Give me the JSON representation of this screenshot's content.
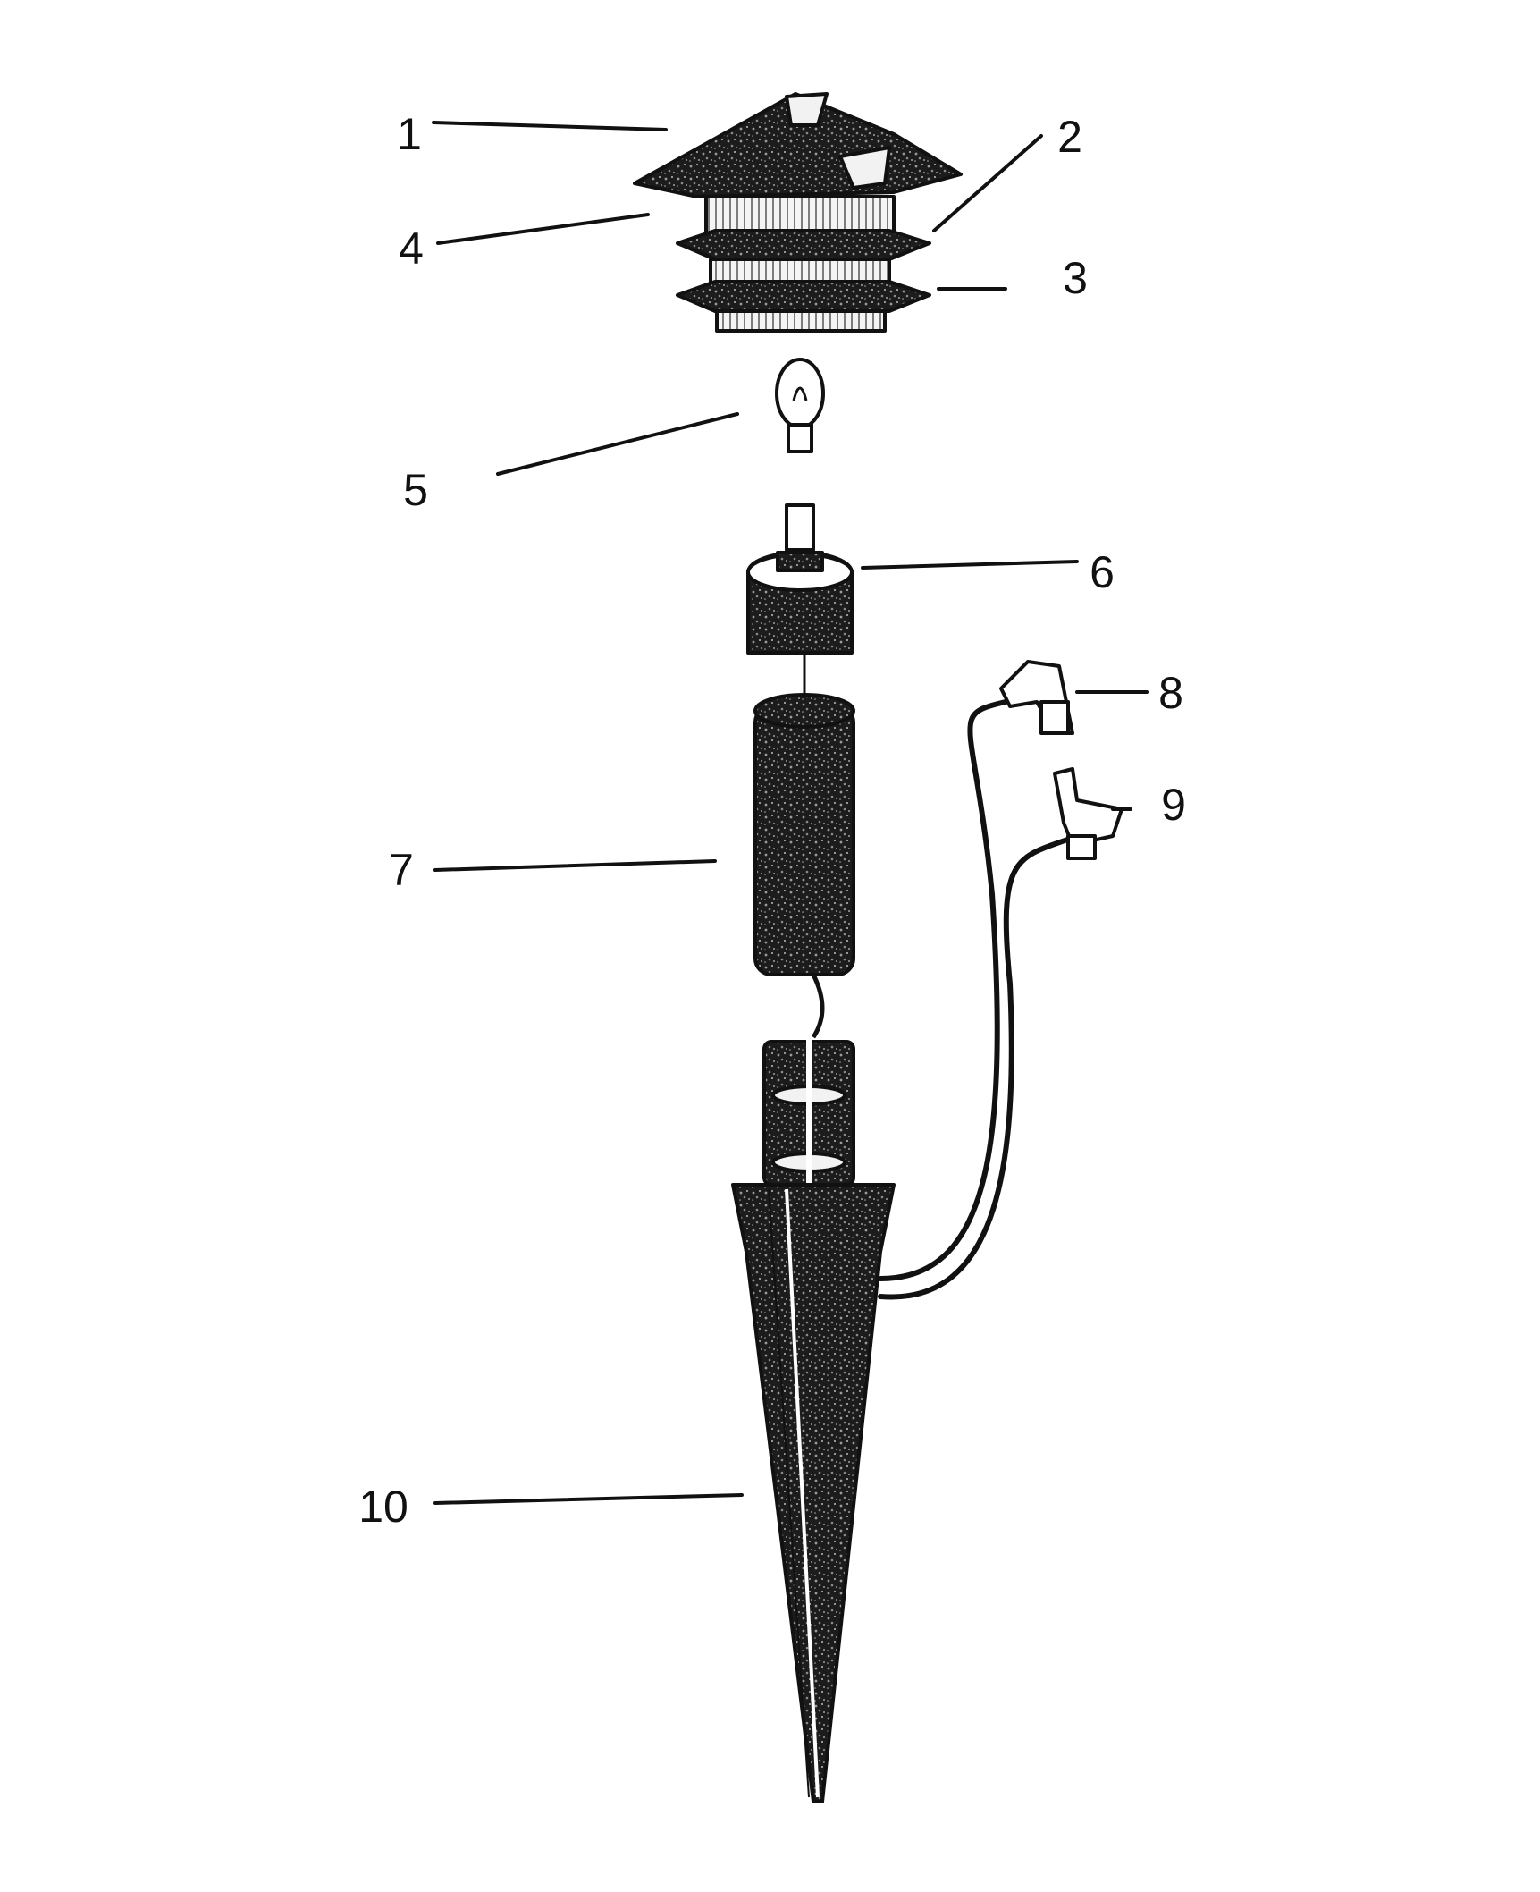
{
  "diagram": {
    "type": "exploded-parts-view",
    "callouts": [
      {
        "label": "1"
      },
      {
        "label": "2"
      },
      {
        "label": "3"
      },
      {
        "label": "4"
      },
      {
        "label": "5"
      },
      {
        "label": "6"
      },
      {
        "label": "7"
      },
      {
        "label": "8"
      },
      {
        "label": "9"
      },
      {
        "label": "10"
      }
    ]
  }
}
